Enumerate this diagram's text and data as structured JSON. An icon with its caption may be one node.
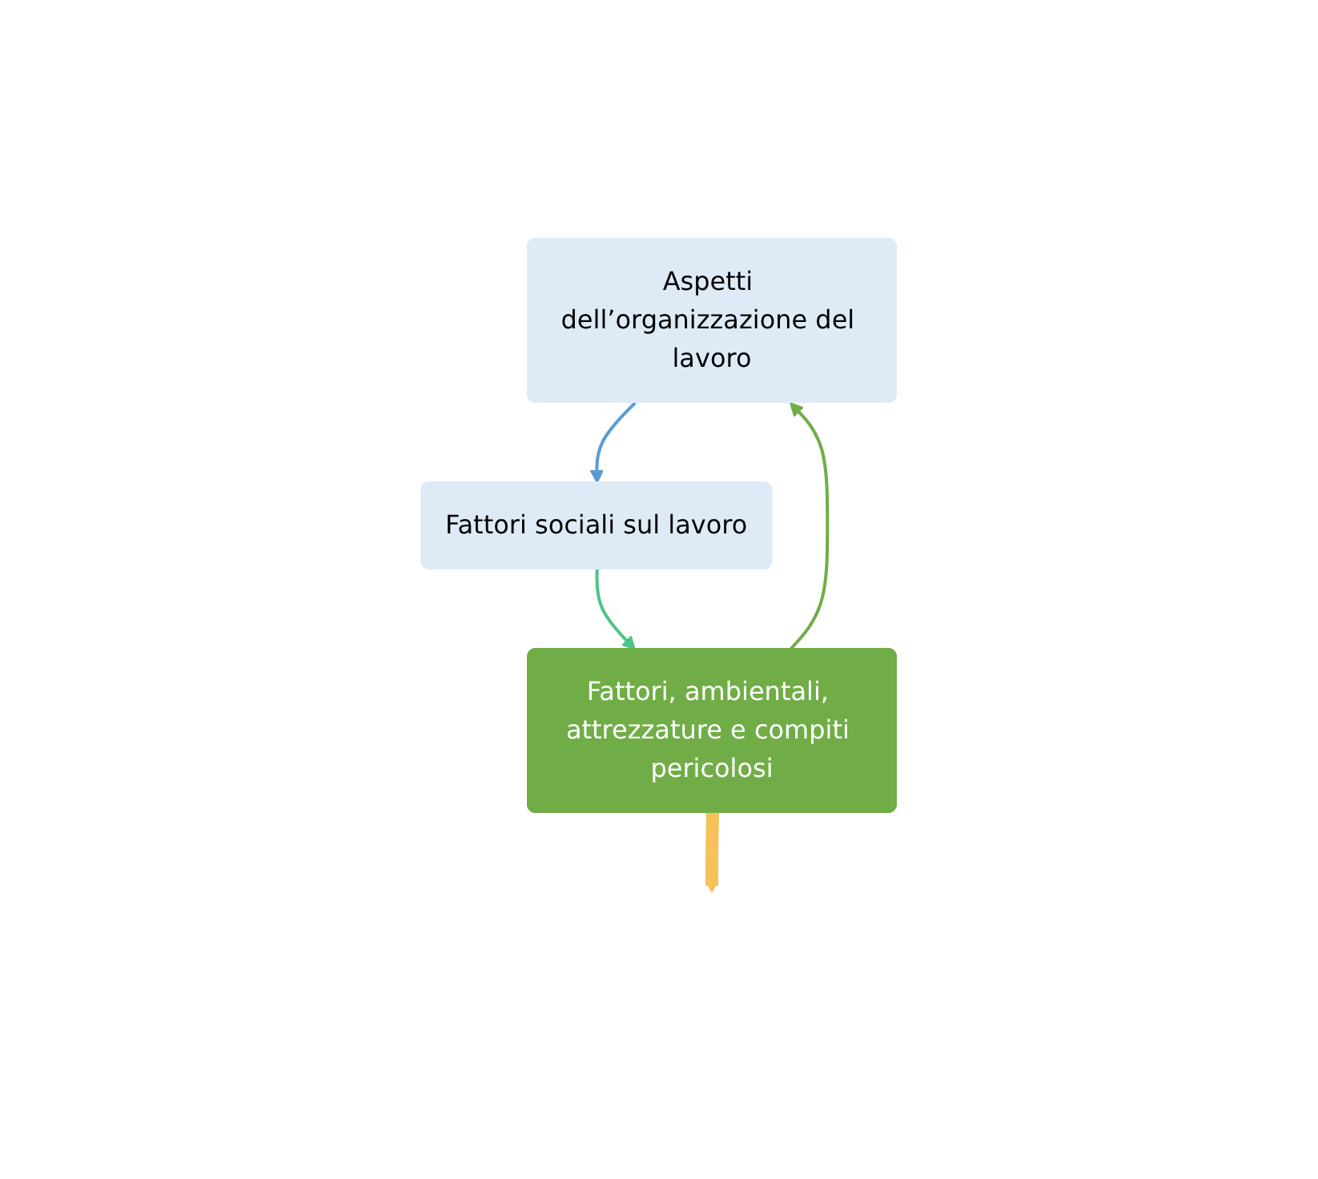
{
  "diagram": {
    "nodes": [
      {
        "text": [
          "Aspetti dell’organizzazione del lavoro"
        ]
      },
      {
        "text": [
          "Fattori sociali sul lavoro"
        ]
      },
      {
        "text": [
          "Fattori, ambientali, attrezzature e compiti pericolosi"
        ]
      }
    ],
    "edges": [
      {
        "from": 0,
        "to": 1,
        "arrow": "to",
        "color": "#5b9bd5"
      },
      {
        "from": 1,
        "to": 2,
        "arrow": "to",
        "color": "#4ec48a"
      },
      {
        "from": 2,
        "to": 0,
        "arrow": "to",
        "color": "#70ad47"
      },
      {
        "from": 2,
        "to": null,
        "arrow": "to",
        "style": "thick",
        "color": "#f5c15a"
      }
    ]
  }
}
